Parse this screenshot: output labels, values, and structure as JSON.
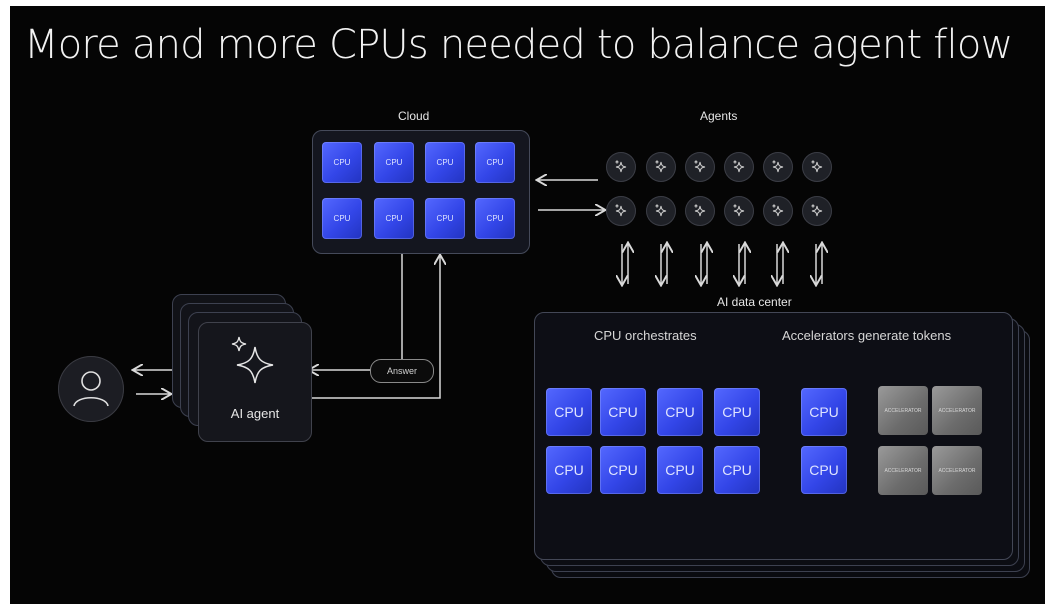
{
  "title": "More and more CPUs needed to balance agent flow",
  "labels": {
    "cloud": "Cloud",
    "agents": "Agents",
    "ai_data_center": "AI data center",
    "cpu_orchestrates": "CPU orchestrates",
    "accelerators_generate": "Accelerators generate tokens",
    "ai_agent": "AI agent",
    "answer": "Answer"
  },
  "chip": {
    "cpu": "CPU",
    "accelerator": "ACCELERATOR"
  },
  "icons": [
    "user-icon",
    "sparkle-icon",
    "agent-icon"
  ],
  "colors": {
    "background": "#050505",
    "cpu_blue": "#3b4ef5",
    "accelerator_gray": "#7a7a7a",
    "line": "#d9d9d9"
  }
}
